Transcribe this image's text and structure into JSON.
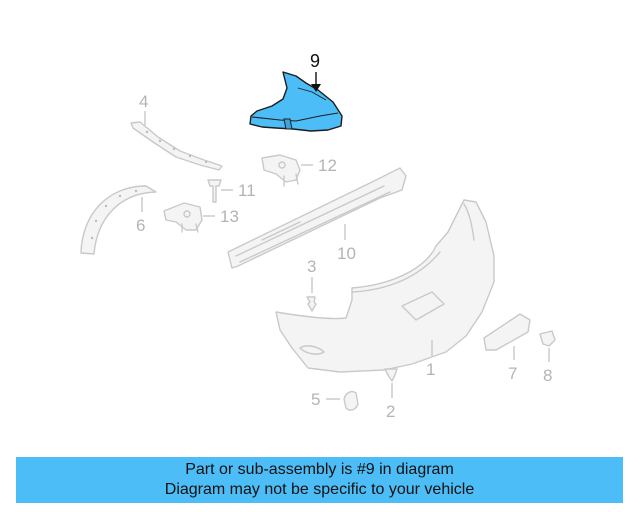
{
  "diagram": {
    "highlighted_part": "9",
    "callouts": [
      "1",
      "2",
      "3",
      "4",
      "5",
      "6",
      "7",
      "8",
      "9",
      "10",
      "11",
      "12",
      "13"
    ],
    "colors": {
      "highlight": "#4cbdf7",
      "ghost_line": "#c9c9c9",
      "callout_text": "#b4b4b4"
    }
  },
  "banner": {
    "line1": "Part or sub-assembly is #9 in diagram",
    "line2": "Diagram may not be specific to your vehicle",
    "color": "#4cbdf7"
  }
}
